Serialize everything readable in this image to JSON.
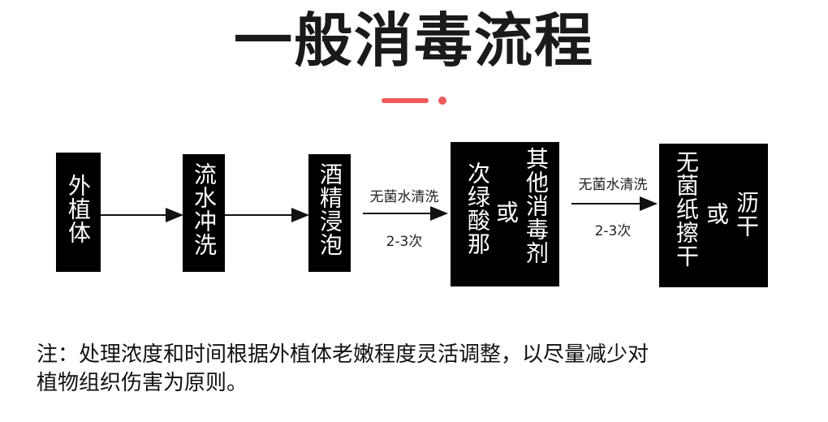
{
  "title": "一般消毒流程",
  "colors": {
    "accent": "#ee5a5a",
    "box": "#000000"
  },
  "steps": [
    {
      "text": "外植体"
    },
    {
      "text": "流水冲洗"
    },
    {
      "text": "酒精浸泡"
    },
    {
      "option_a": "次绿酸那",
      "or": "或",
      "option_b": "其他消毒剂"
    },
    {
      "option_a": "无菌纸擦干",
      "or": "或",
      "option_b": "沥干"
    }
  ],
  "arrows": [
    {
      "top": "",
      "bottom": ""
    },
    {
      "top": "",
      "bottom": ""
    },
    {
      "top": "无菌水清洗",
      "bottom": "2-3次"
    },
    {
      "top": "无菌水清洗",
      "bottom": "2-3次"
    }
  ],
  "note": {
    "line1": "注：处理浓度和时间根据外植体老嫩程度灵活调整，以尽量减少对",
    "line2": "植物组织伤害为原则。"
  }
}
